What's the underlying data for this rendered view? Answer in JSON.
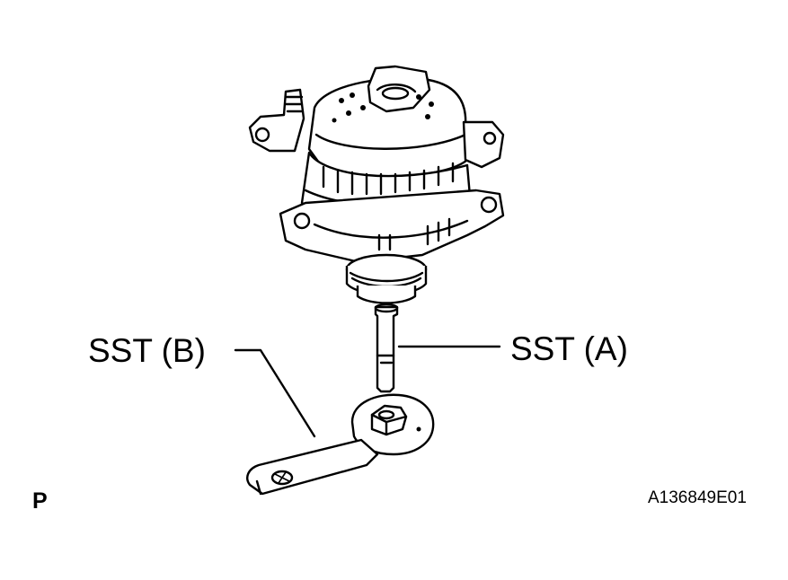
{
  "labels": {
    "sst_b": "SST (B)",
    "sst_a": "SST (A)"
  },
  "corner_mark": "P",
  "figure_code": "A136849E01",
  "colors": {
    "ink": "#000000",
    "background": "#ffffff"
  }
}
